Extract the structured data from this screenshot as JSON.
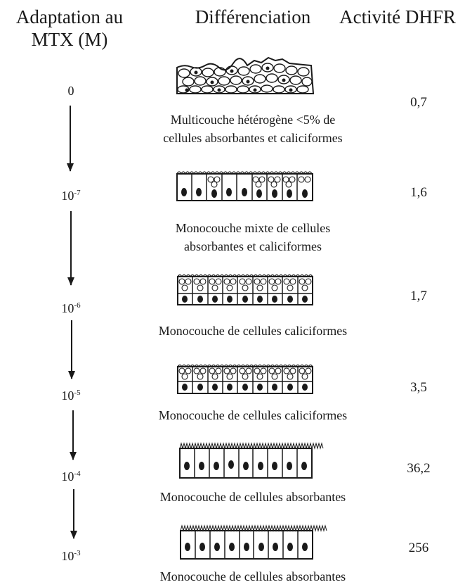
{
  "headers": {
    "adaptation_line1": "Adaptation au",
    "adaptation_line2": "MTX (M)",
    "differenciation": "Différenciation",
    "activite": "Activité DHFR"
  },
  "rows": [
    {
      "conc_base": "0",
      "conc_exp": "",
      "desc_lines": [
        "Multicouche hétérogène <5% de",
        "cellules absorbantes et caliciformes"
      ],
      "dhfr": "0,7",
      "cell_type": "multilayer"
    },
    {
      "conc_base": "10",
      "conc_exp": "-7",
      "desc_lines": [
        "Monocouche mixte de cellules",
        "absorbantes et caliciformes"
      ],
      "dhfr": "1,6",
      "cell_type": "mixed"
    },
    {
      "conc_base": "10",
      "conc_exp": "-6",
      "desc_lines": [
        "Monocouche de cellules caliciformes"
      ],
      "dhfr": "1,7",
      "cell_type": "goblet"
    },
    {
      "conc_base": "10",
      "conc_exp": "-5",
      "desc_lines": [
        "Monocouche de cellules caliciformes"
      ],
      "dhfr": "3,5",
      "cell_type": "goblet"
    },
    {
      "conc_base": "10",
      "conc_exp": "-4",
      "desc_lines": [
        "Monocouche de cellules absorbantes"
      ],
      "dhfr": "36,2",
      "cell_type": "absorptive"
    },
    {
      "conc_base": "10",
      "conc_exp": "-3",
      "desc_lines": [
        "Monocouche de cellules absorbantes"
      ],
      "dhfr": "256",
      "cell_type": "absorptive"
    }
  ]
}
